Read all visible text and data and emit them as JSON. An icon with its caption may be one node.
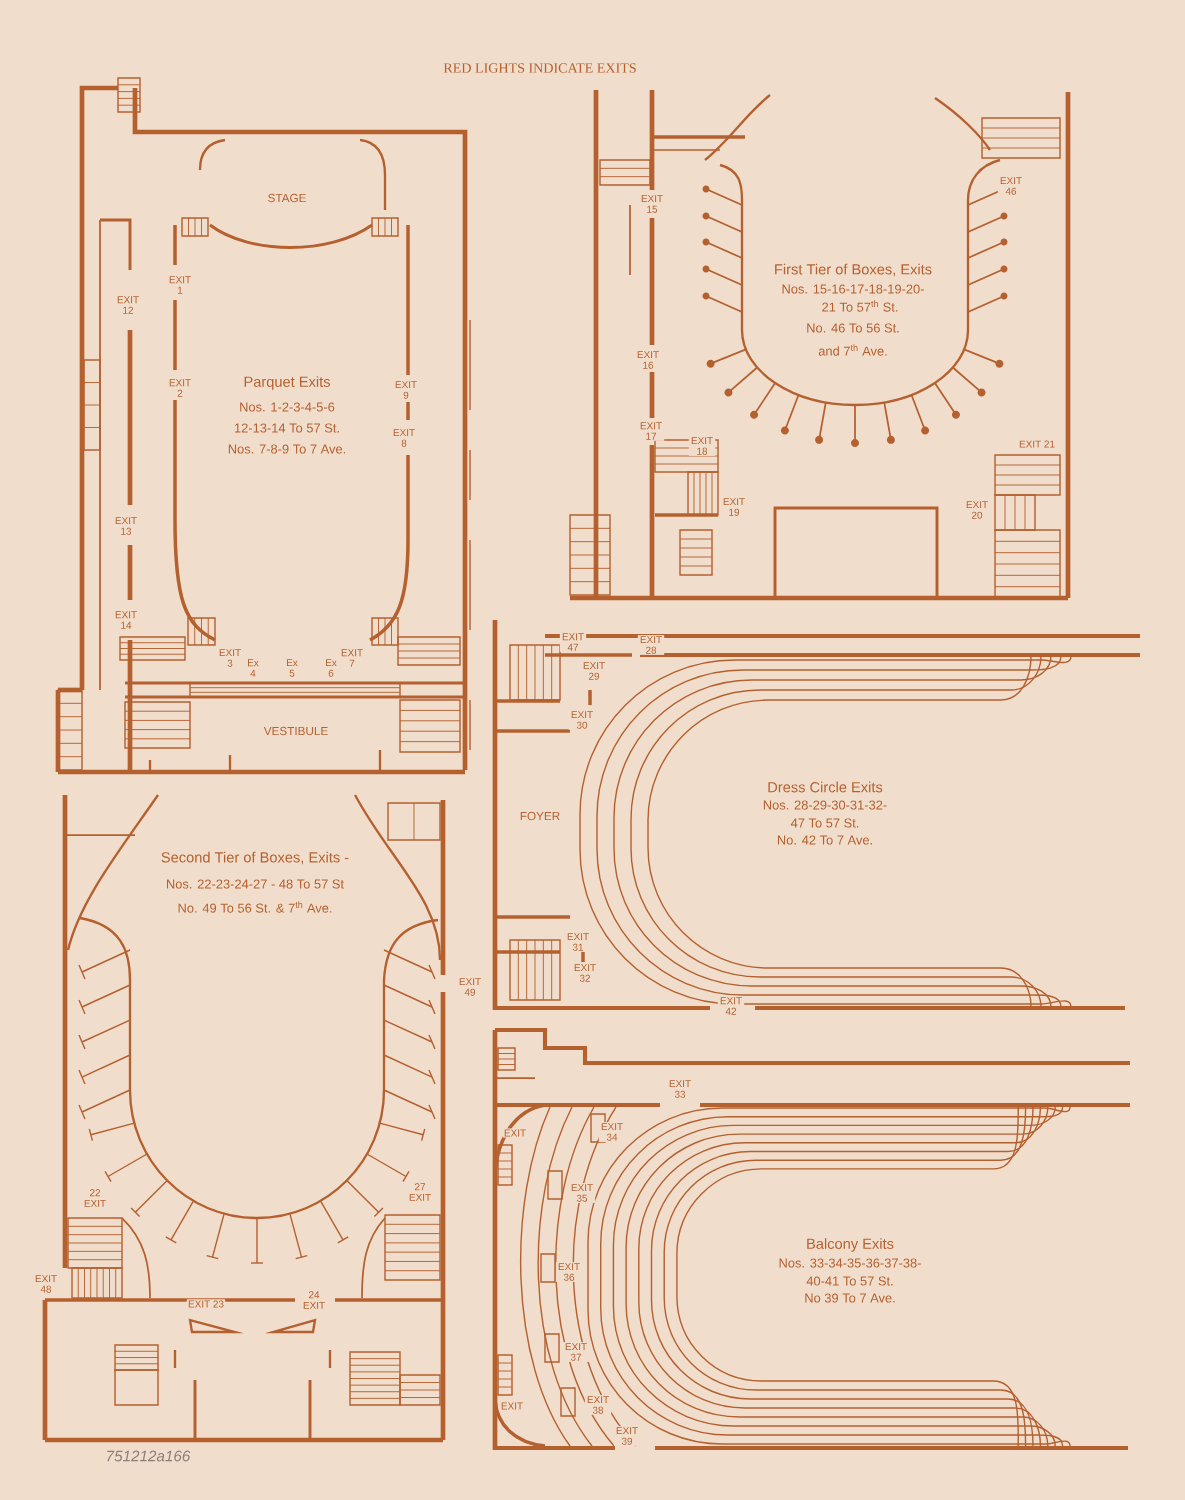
{
  "diagram": {
    "title": "RED LIGHTS INDICATE EXITS",
    "labels": [
      "STAGE",
      "EXIT 1",
      "EXIT 12",
      "EXIT 2",
      "Parquet Exits",
      "Nos. 1-2-3-4-5-6",
      "12-13-14 To 57 St.",
      "Nos. 7-8-9 To 7 Ave.",
      "EXIT 9",
      "EXIT 8",
      "EXIT 13",
      "EXIT 14",
      "EXIT 3",
      "Ex 4",
      "Ex 5",
      "Ex 6",
      "EXIT 7",
      "VESTIBULE",
      "EXIT 15",
      "EXIT 46",
      "First Tier of Boxes, Exits",
      "Nos. 15-16-17-18-19-20-",
      "21 To 57$^{th}$ St.",
      "No. 46 To 56 St.",
      "and 7$^{th}$ Ave.",
      "EXIT 16",
      "EXIT 17",
      "EXIT 18",
      "EXIT 19",
      "EXIT 21",
      "EXIT 20",
      "EXIT 47",
      "EXIT 28",
      "EXIT 29",
      "EXIT 30",
      "FOYER",
      "Dress Circle Exits",
      "Nos. 28-29-30-31-32-",
      "47 To 57 St.",
      "No. 42 To 7 Ave.",
      "EXIT 31",
      "EXIT 32",
      "EXIT 42",
      "Second Tier of Boxes, Exits -",
      "Nos. 22-23-24-27 - 48 To 57 St",
      "No. 49 To 56 St. & 7$^{th}$ Ave.",
      "EXIT 49",
      "22 EXIT",
      "27 EXIT",
      "EXIT 48",
      "EXIT 23",
      "24 EXIT",
      "EXIT 33",
      "EXIT",
      "EXIT 34",
      "EXIT 35",
      "EXIT 36",
      "EXIT 37",
      "EXIT 38",
      "Balcony Exits",
      "Nos. 33-34-35-36-37-38-",
      "40-41 To 57 St.",
      "No 39 To 7 Ave.",
      "EXIT",
      "EXIT 39",
      "751212a166"
    ]
  }
}
